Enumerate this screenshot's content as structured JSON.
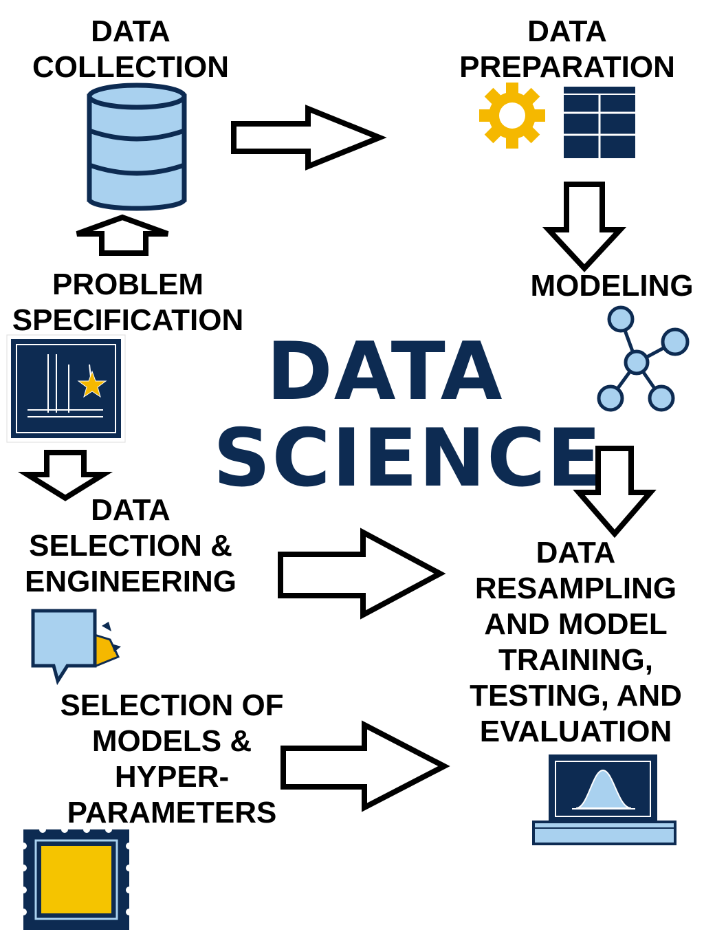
{
  "hero": {
    "line1": "DATA",
    "line2": "SCIENCE"
  },
  "steps": {
    "data_collection": [
      "DATA",
      "COLLECTION"
    ],
    "data_preparation": [
      "DATA",
      "PREPARATION"
    ],
    "modeling": [
      "MODELING"
    ],
    "problem_specification": [
      "PROBLEM",
      "SPECIFICATION"
    ],
    "data_selection": [
      "DATA",
      "SELECTION &",
      "ENGINEERING"
    ],
    "model_selection": [
      "SELECTION OF",
      "MODELS &",
      "HYPER-",
      "PARAMETERS"
    ],
    "resampling": [
      "DATA",
      "RESAMPLING",
      "AND MODEL",
      "TRAINING,",
      "TESTING, AND",
      "EVALUATION"
    ]
  },
  "icons": {
    "data_collection": "database-icon",
    "data_preparation": [
      "gear-icon",
      "table-icon"
    ],
    "modeling": "network-graph-icon",
    "problem_specification": "blueprint-star-icon",
    "data_selection": "speech-bubble-icon",
    "model_selection": "stamp-icon",
    "resampling": "laptop-bell-curve-icon"
  },
  "colors": {
    "navy": "#0d2b52",
    "light_blue": "#a9d1ef",
    "gold": "#f5b800",
    "arrow_stroke": "#000000"
  }
}
